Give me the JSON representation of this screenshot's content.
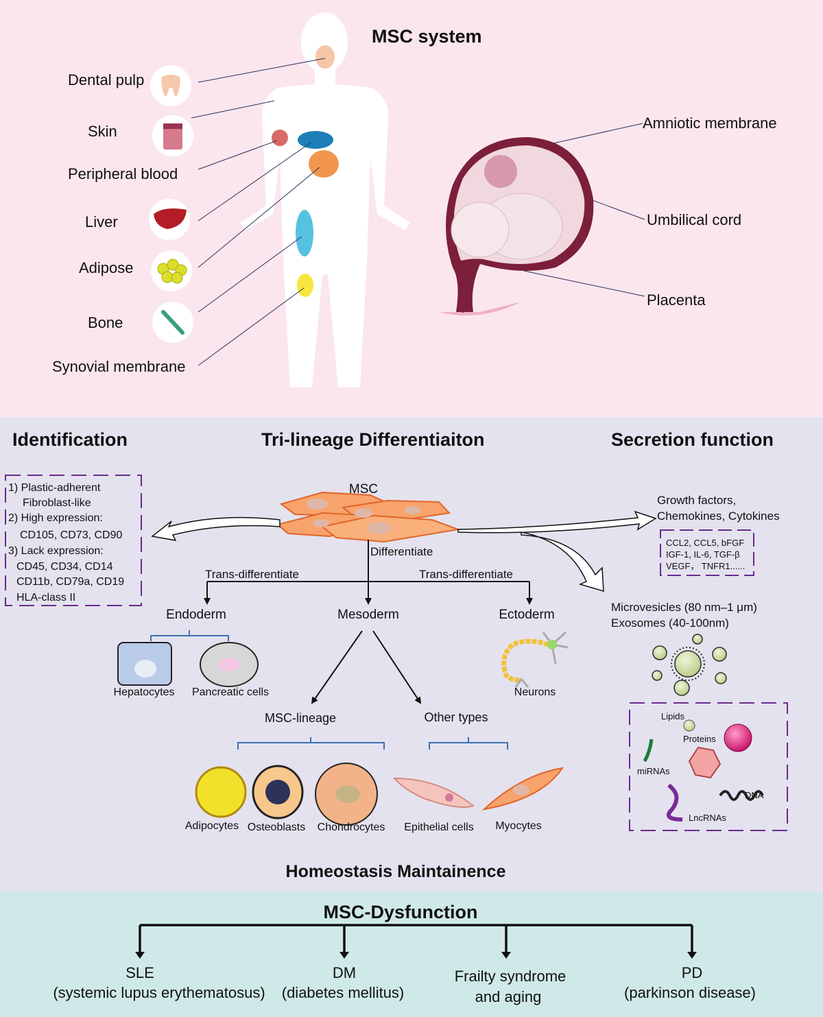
{
  "top": {
    "title": "MSC system",
    "sources_left": [
      "Dental pulp",
      "Skin",
      "Peripheral blood",
      "Liver",
      "Adipose",
      "Bone",
      "Synovial membrane"
    ],
    "sources_right": [
      "Amniotic membrane",
      "Umbilical cord",
      "Placenta"
    ]
  },
  "middle": {
    "identification_title": "Identification",
    "trilineage_title": "Tri-lineage Differentiaiton",
    "secretion_title": "Secretion function",
    "identification_items": [
      "1) Plastic-adherent",
      "Fibroblast-like",
      "2) High expression:",
      "CD105, CD73,  CD90",
      "3) Lack expression:",
      "CD45, CD34, CD14",
      "CD11b, CD79a, CD19",
      "HLA-class II"
    ],
    "msc_label": "MSC",
    "differentiate": "Differentiate",
    "trans_left": "Trans-differentiate",
    "trans_right": "Trans-differentiate",
    "germ_layers": [
      "Endoderm",
      "Mesoderm",
      "Ectoderm"
    ],
    "endoderm_cells": [
      "Hepatocytes",
      "Pancreatic cells"
    ],
    "ectoderm_cells": [
      "Neurons"
    ],
    "mesoderm_branches": [
      "MSC-lineage",
      "Other types"
    ],
    "msc_lineage_cells": [
      "Adipocytes",
      "Osteoblasts",
      "Chondrocytes"
    ],
    "other_cells": [
      "Epithelial cells",
      "Myocytes"
    ],
    "secretion": {
      "factors_line1": "Growth factors,",
      "factors_line2": "Chemokines,  Cytokines",
      "factor_box": [
        "CCL2, CCL5, bFGF",
        "IGF-1, IL-6, TGF-β",
        "VEGF， TNFR1......"
      ],
      "vesicles_line1": "Microvesicles (80 nm–1 μm)",
      "vesicles_line2": "Exosomes (40-100nm)",
      "cargo": [
        "Lipids",
        "Proteins",
        "miRNAs",
        "DNA",
        "LncRNAs"
      ]
    },
    "homeostasis": "Homeostasis Maintainence"
  },
  "bottom": {
    "title": "MSC-Dysfunction",
    "diseases": [
      {
        "line1": "SLE",
        "line2": "(systemic lupus erythematosus)"
      },
      {
        "line1": "DM",
        "line2": "(diabetes mellitus)"
      },
      {
        "line1": "Frailty syndrome",
        "line2": "and aging"
      },
      {
        "line1": "PD",
        "line2": "(parkinson disease)"
      }
    ]
  },
  "colors": {
    "top_bg": "#fbe6ee",
    "mid_bg": "#e4e2ee",
    "bottom_bg": "#cfe9e8",
    "dashed_border": "#6a2a8c",
    "bracket_blue": "#3a6fb5",
    "msc_cell_orange": "#f7a36b"
  }
}
